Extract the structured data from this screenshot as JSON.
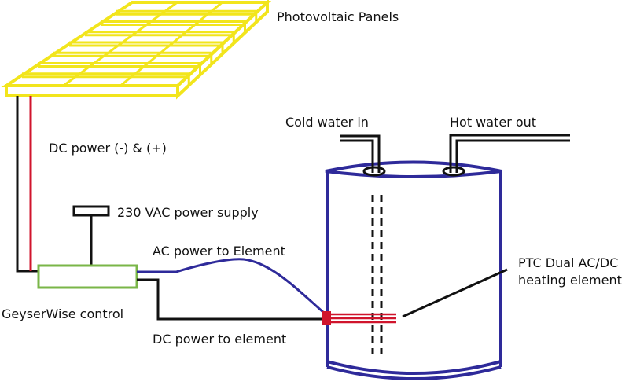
{
  "diagram": {
    "labels": {
      "pv_panels": "Photovoltaic Panels",
      "dc_power": "DC power (-) & (+)",
      "ac_supply": "230 VAC power supply",
      "ac_to_element": "AC power to Element",
      "controller": "GeyserWise control",
      "dc_to_element": "DC power to element",
      "cold_in": "Cold water in",
      "hot_out": "Hot water out",
      "element_line1": "PTC Dual AC/DC",
      "element_line2": "heating element"
    },
    "components": {
      "panel": {
        "rows": 8,
        "columns": 3
      },
      "wires": [
        "DC negative",
        "DC positive",
        "AC supply",
        "AC to element",
        "DC to element"
      ]
    },
    "colors": {
      "panel": "#f2e51c",
      "dc_negative": "#111111",
      "dc_positive": "#d0142c",
      "ac_wire": "#2e2a9a",
      "controller": "#7ab648",
      "tank": "#2e2a9a",
      "element": "#d0142c",
      "pipe": "#111111"
    }
  }
}
